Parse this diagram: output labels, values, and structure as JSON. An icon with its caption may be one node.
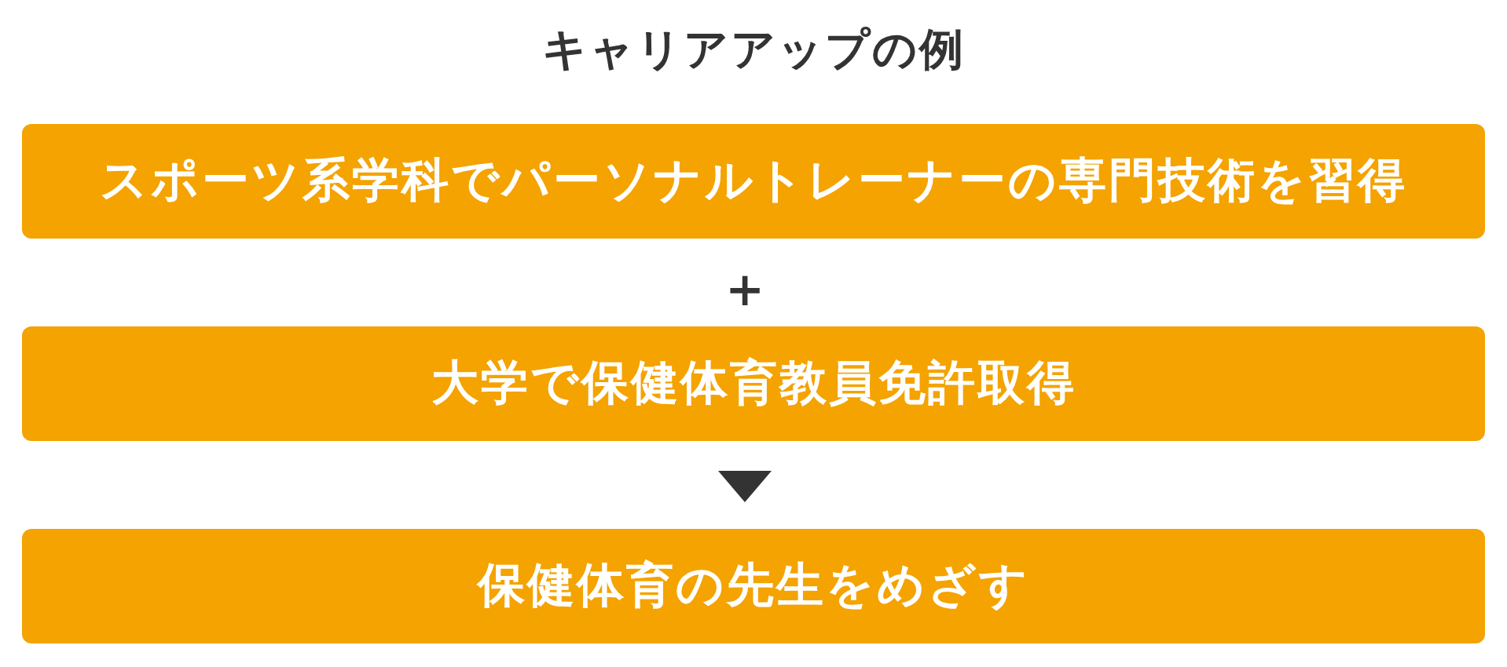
{
  "diagram": {
    "title": "キャリアアップの例",
    "nodes": [
      {
        "text": [
          "スポーツ系学科でパーソナルトレーナーの専門技術を習得"
        ]
      },
      {
        "text": [
          "大学で保健体育教員免許取得"
        ]
      },
      {
        "text": [
          "保健体育の先生をめざす"
        ]
      }
    ],
    "edges": [
      {
        "from": 1,
        "to": 2,
        "arrow": "to"
      }
    ],
    "labels": [
      "＋"
    ]
  }
}
